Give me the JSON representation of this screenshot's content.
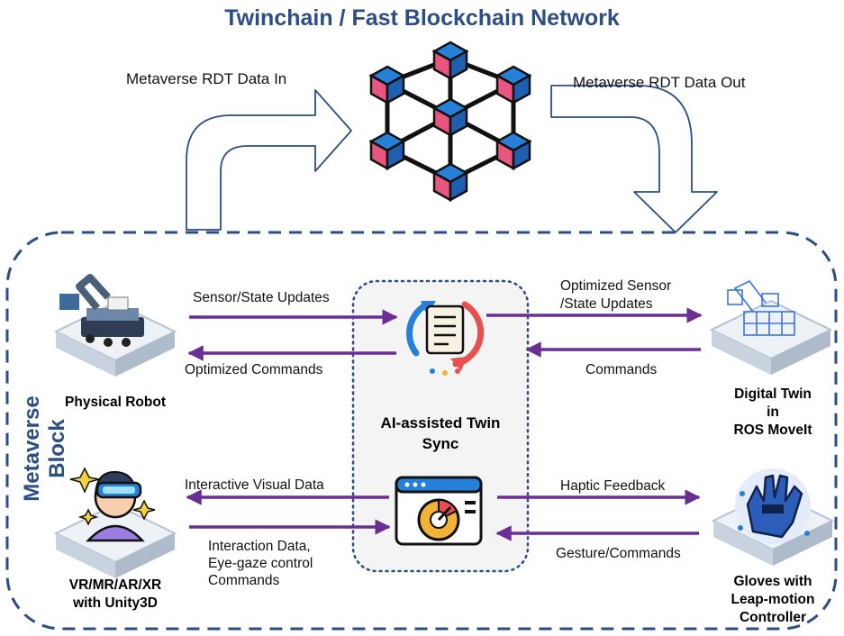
{
  "title": "Twinchain / Fast Blockchain Network",
  "side_label": "Metaverse Block",
  "colors": {
    "accent": "#2b4e84",
    "arrow": "#6a2f95",
    "pink": "#e8557e",
    "blue": "#2680d8"
  },
  "flows": {
    "data_in": "Metaverse RDT Data In",
    "data_out": "Metaverse RDT Data Out"
  },
  "sync": {
    "title_line1": "AI-assisted Twin",
    "title_line2": "Sync"
  },
  "nodes": {
    "physical_robot": "Physical Robot",
    "digital_twin": [
      "Digital Twin",
      "in",
      "ROS MoveIt"
    ],
    "vr": [
      "VR/MR/AR/XR",
      "with Unity3D"
    ],
    "gloves": [
      "Gloves with",
      "Leap-motion",
      "Controller"
    ]
  },
  "edges": {
    "sensor_updates": "Sensor/State Updates",
    "optimized_commands": "Optimized Commands",
    "optimized_sensor": [
      "Optimized Sensor",
      "/State Updates"
    ],
    "commands": "Commands",
    "interactive_visual": "Interactive Visual Data",
    "interaction_data": [
      "Interaction Data,",
      "Eye-gaze control",
      "Commands"
    ],
    "haptic": "Haptic Feedback",
    "gesture": "Gesture/Commands"
  }
}
